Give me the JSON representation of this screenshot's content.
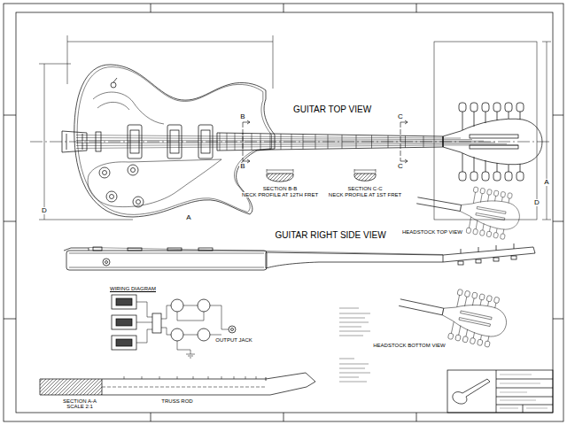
{
  "diagram": {
    "labels": [
      "GUITAR TOP VIEW",
      "B",
      "B",
      "C",
      "C",
      "A",
      "A",
      "D",
      "D",
      "SECTION B-B",
      "NECK PROFILE AT 12TH FRET",
      "SECTION C-C",
      "NECK PROFILE AT 1ST FRET",
      "HEADSTOCK TOP VIEW",
      "GUITAR RIGHT SIDE VIEW",
      "WIRING DIAGRAM",
      "OUTPUT JACK",
      "HEADSTOCK BOTTOM VIEW",
      "SECTION A-A",
      "SCALE 2:1",
      "TRUSS ROD"
    ]
  }
}
